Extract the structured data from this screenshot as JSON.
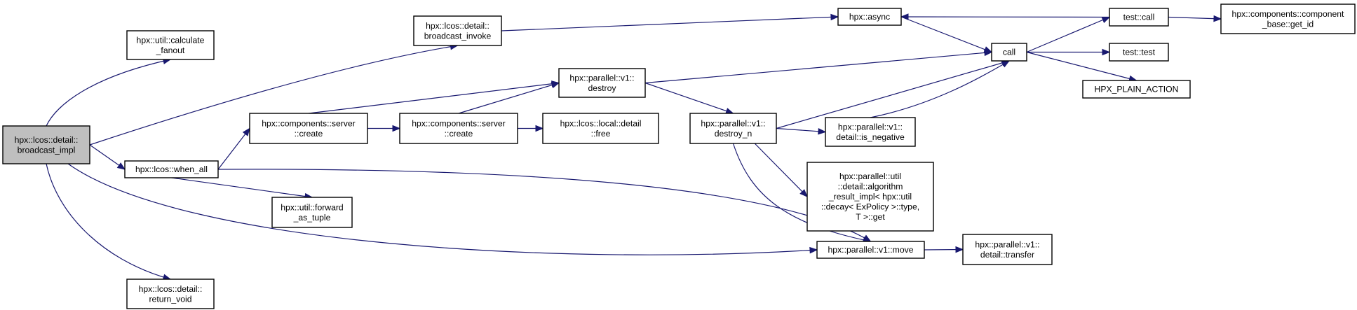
{
  "diagram": {
    "type": "call-graph",
    "edge_color": "#191970",
    "node_fill": "#ffffff",
    "root_fill": "#bfbfbf",
    "nodes": [
      {
        "id": "broadcast_impl",
        "lines": [
          "hpx::lcos::detail::",
          "broadcast_impl"
        ],
        "root": true
      },
      {
        "id": "calculate_fanout",
        "lines": [
          "hpx::util::calculate",
          "_fanout"
        ]
      },
      {
        "id": "broadcast_invoke",
        "lines": [
          "hpx::lcos::detail::",
          "broadcast_invoke"
        ]
      },
      {
        "id": "when_all",
        "lines": [
          "hpx::lcos::when_all"
        ]
      },
      {
        "id": "return_void",
        "lines": [
          "hpx::lcos::detail::",
          "return_void"
        ]
      },
      {
        "id": "async",
        "lines": [
          "hpx::async"
        ]
      },
      {
        "id": "server_create1",
        "lines": [
          "hpx::components::server",
          "::create"
        ]
      },
      {
        "id": "server_create2",
        "lines": [
          "hpx::components::server",
          "::create"
        ]
      },
      {
        "id": "forward_as_tuple",
        "lines": [
          "hpx::util::forward",
          "_as_tuple"
        ]
      },
      {
        "id": "move",
        "lines": [
          "hpx::parallel::v1::move"
        ]
      },
      {
        "id": "destroy",
        "lines": [
          "hpx::parallel::v1::",
          "destroy"
        ]
      },
      {
        "id": "local_free",
        "lines": [
          "hpx::lcos::local::detail",
          "::free"
        ]
      },
      {
        "id": "destroy_n",
        "lines": [
          "hpx::parallel::v1::",
          "destroy_n"
        ]
      },
      {
        "id": "call",
        "lines": [
          "call"
        ]
      },
      {
        "id": "is_negative",
        "lines": [
          "hpx::parallel::v1::",
          "detail::is_negative"
        ]
      },
      {
        "id": "algorithm_result",
        "lines": [
          "hpx::parallel::util",
          "::detail::algorithm",
          "_result_impl< hpx::util",
          "::decay< ExPolicy >::type,",
          "T >::get"
        ]
      },
      {
        "id": "transfer",
        "lines": [
          "hpx::parallel::v1::",
          "detail::transfer"
        ]
      },
      {
        "id": "test_call",
        "lines": [
          "test::call"
        ]
      },
      {
        "id": "test_test",
        "lines": [
          "test::test"
        ]
      },
      {
        "id": "hpx_plain_action",
        "lines": [
          "HPX_PLAIN_ACTION"
        ]
      },
      {
        "id": "get_id",
        "lines": [
          "hpx::components::component",
          "_base::get_id"
        ]
      }
    ],
    "edges": [
      {
        "from": "broadcast_impl",
        "to": "calculate_fanout"
      },
      {
        "from": "broadcast_impl",
        "to": "broadcast_invoke"
      },
      {
        "from": "broadcast_impl",
        "to": "when_all"
      },
      {
        "from": "broadcast_impl",
        "to": "return_void"
      },
      {
        "from": "broadcast_impl",
        "to": "move"
      },
      {
        "from": "broadcast_invoke",
        "to": "async"
      },
      {
        "from": "when_all",
        "to": "server_create1"
      },
      {
        "from": "when_all",
        "to": "forward_as_tuple"
      },
      {
        "from": "when_all",
        "to": "move"
      },
      {
        "from": "server_create1",
        "to": "destroy"
      },
      {
        "from": "server_create1",
        "to": "server_create2"
      },
      {
        "from": "server_create2",
        "to": "destroy"
      },
      {
        "from": "server_create2",
        "to": "local_free"
      },
      {
        "from": "destroy",
        "to": "call"
      },
      {
        "from": "destroy",
        "to": "destroy_n"
      },
      {
        "from": "destroy_n",
        "to": "call"
      },
      {
        "from": "destroy_n",
        "to": "is_negative"
      },
      {
        "from": "destroy_n",
        "to": "algorithm_result"
      },
      {
        "from": "destroy_n",
        "to": "move"
      },
      {
        "from": "is_negative",
        "to": "call"
      },
      {
        "from": "async",
        "to": "call"
      },
      {
        "from": "call",
        "to": "test_call"
      },
      {
        "from": "call",
        "to": "test_test"
      },
      {
        "from": "call",
        "to": "hpx_plain_action"
      },
      {
        "from": "test_call",
        "to": "async"
      },
      {
        "from": "test_call",
        "to": "get_id"
      },
      {
        "from": "move",
        "to": "transfer"
      }
    ]
  }
}
